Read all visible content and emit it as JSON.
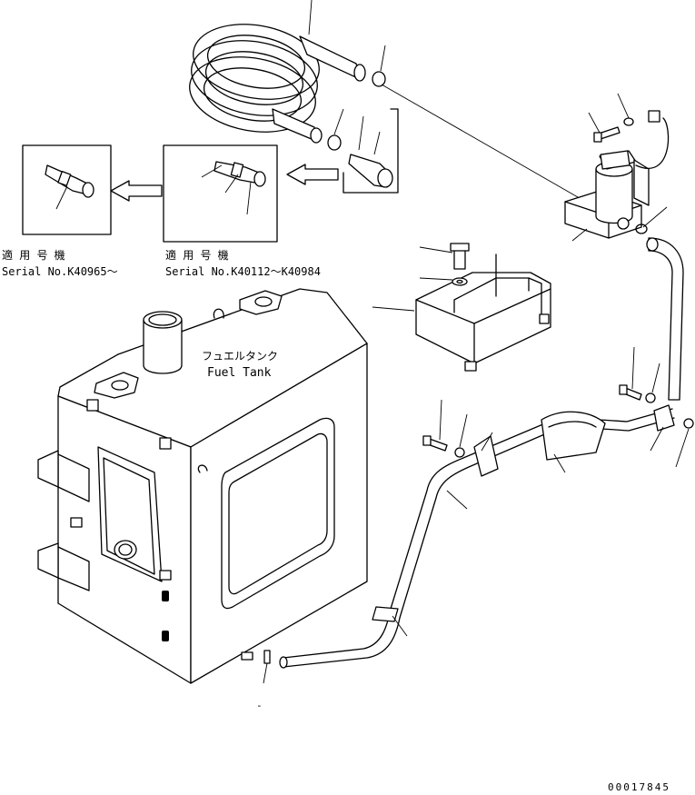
{
  "serial_left": {
    "applicable_label": "適 用 号 機",
    "serial_text": "Serial No.K40965～"
  },
  "serial_right": {
    "applicable_label": "適 用 号 機",
    "serial_text": "Serial No.K40112～K40984"
  },
  "fuel_tank": {
    "label_jp": "フュエルタンク",
    "label_en": "Fuel Tank"
  },
  "drawing_number": "00017845",
  "minus_mark": "-"
}
